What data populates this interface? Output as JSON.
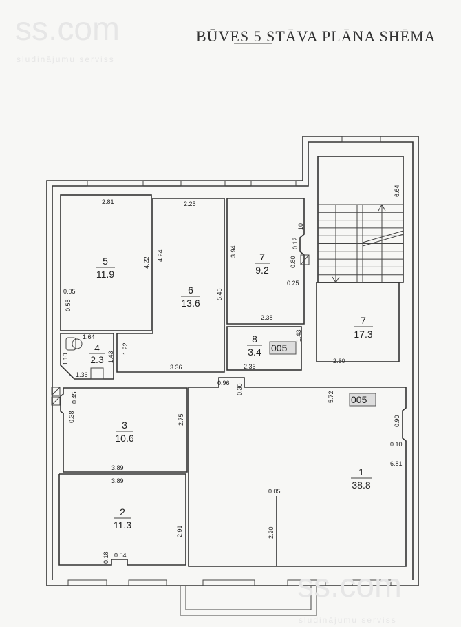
{
  "title": "BŪVES 5 STĀVA PLĀNA SHĒMA",
  "watermark": {
    "logo": "ss.com",
    "tagline": "sludinājumu serviss"
  },
  "rooms": [
    {
      "num": "1",
      "area": "38.8"
    },
    {
      "num": "2",
      "area": "11.3"
    },
    {
      "num": "3",
      "area": "10.6"
    },
    {
      "num": "4",
      "area": "2.3"
    },
    {
      "num": "5",
      "area": "11.9"
    },
    {
      "num": "6",
      "area": "13.6"
    },
    {
      "num": "7",
      "area": "9.2"
    },
    {
      "num": "8",
      "area": "3.4"
    },
    {
      "num": "7",
      "area": "17.3"
    }
  ],
  "tags": [
    "005",
    "005"
  ],
  "dimensions": [
    "2.81",
    "4.22",
    "0.05",
    "0.55",
    "2.25",
    "4.24",
    "5.46",
    "3.94",
    "0.12",
    "10",
    "0.80",
    "0.25",
    "2.38",
    "1.64",
    "1.10",
    "1.43",
    "1.36",
    "1.22",
    "3.36",
    "1.43",
    "2.36",
    "6.64",
    "2.60",
    "0.96",
    "0.36",
    "5.72",
    "0.90",
    "0.10",
    "6.81",
    "0.45",
    "0.38",
    "2.75",
    "3.89",
    "3.89",
    "2.91",
    "0.18",
    "0.54",
    "0.05",
    "2.20"
  ]
}
